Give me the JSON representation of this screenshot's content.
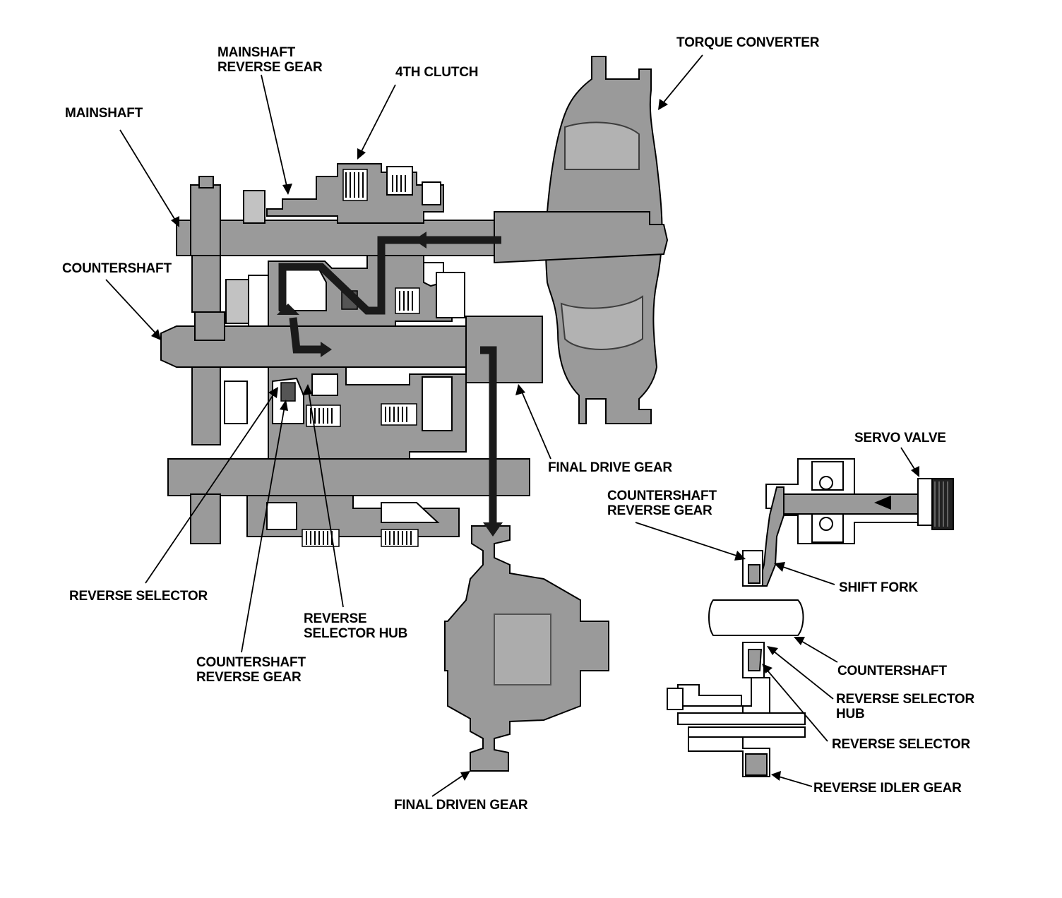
{
  "labels": {
    "mainshaft_reverse_gear_1": "MAINSHAFT",
    "mainshaft_reverse_gear_2": "REVERSE GEAR",
    "fourth_clutch": "4TH CLUTCH",
    "torque_converter": "TORQUE CONVERTER",
    "mainshaft": "MAINSHAFT",
    "countershaft": "COUNTERSHAFT",
    "final_drive_gear": "FINAL DRIVE GEAR",
    "servo_valve": "SERVO VALVE",
    "detail_countershaft_reverse_gear_1": "COUNTERSHAFT",
    "detail_countershaft_reverse_gear_2": "REVERSE GEAR",
    "shift_fork": "SHIFT FORK",
    "reverse_selector": "REVERSE SELECTOR",
    "reverse_selector_hub_1": "REVERSE",
    "reverse_selector_hub_2": "SELECTOR HUB",
    "countershaft_reverse_gear_1": "COUNTERSHAFT",
    "countershaft_reverse_gear_2": "REVERSE GEAR",
    "detail_countershaft": "COUNTERSHAFT",
    "detail_reverse_selector_hub_1": "REVERSE SELECTOR",
    "detail_reverse_selector_hub_2": "HUB",
    "detail_reverse_selector": "REVERSE SELECTOR",
    "reverse_idler_gear": "REVERSE IDLER GEAR",
    "final_driven_gear": "FINAL DRIVEN GEAR"
  },
  "colors": {
    "part_fill": "#9a9a9a",
    "power_flow": "#1a1a1a",
    "outline": "#000000"
  }
}
